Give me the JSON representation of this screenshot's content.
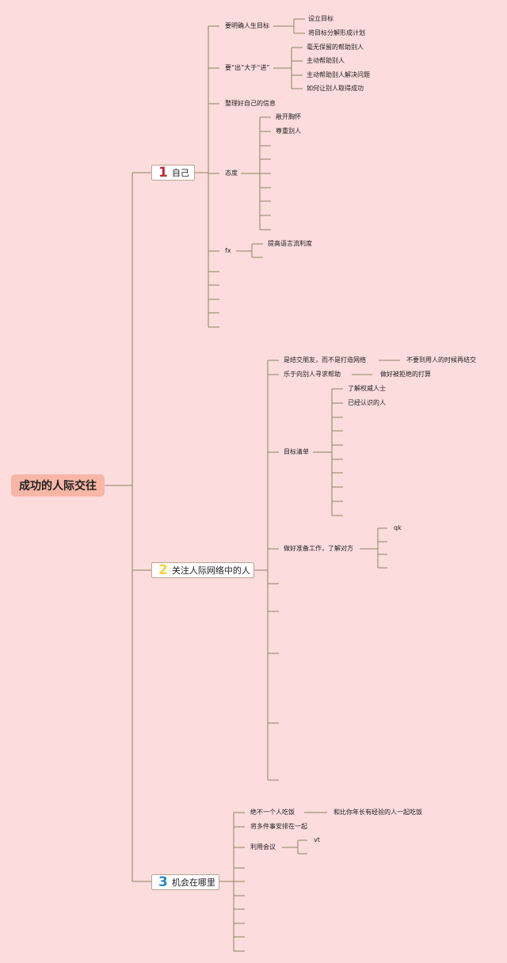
{
  "root": {
    "label": "成功的人际交往"
  },
  "colors": {
    "line": "#8a8466",
    "root_bg": "#f7b6a6",
    "num_1": "#c8283c",
    "num_2": "#f0d23c",
    "num_3": "#2a88c8"
  },
  "branches": [
    {
      "number": "1",
      "label": "自己",
      "children": [
        {
          "label": "要明确人生目标",
          "children": [
            "设立目标",
            "将目标分解形成计划"
          ]
        },
        {
          "label": "要“出”大于“进”",
          "children": [
            "毫无保留的帮助别人",
            "主动帮助别人",
            "主动帮助别人解决问题",
            "如何让别人取得成功"
          ]
        },
        {
          "label": "整理好自己的信息"
        },
        {
          "label": "态度",
          "children": [
            "敞开胸怀",
            "尊重别人"
          ]
        },
        {
          "label": "fx",
          "children": [
            "提高语言流利度"
          ]
        }
      ]
    },
    {
      "number": "2",
      "label": "关注人际网络中的人",
      "children": [
        {
          "label": "是结交朋友，而不是打造网络",
          "children": [
            "不要到用人的时候再结交"
          ]
        },
        {
          "label": "乐于向别人寻求帮助",
          "children": [
            "做好被拒绝的打算"
          ]
        },
        {
          "label": "目标清单",
          "children": [
            "了解权威人士",
            "已经认识的人"
          ]
        },
        {
          "label": "做好准备工作，了解对方",
          "children": [
            "qk"
          ]
        }
      ]
    },
    {
      "number": "3",
      "label": "机会在哪里",
      "children": [
        {
          "label": "绝不一个人吃饭",
          "children": [
            "和比你年长有经验的人一起吃饭"
          ]
        },
        {
          "label": "将多件事安排在一起"
        },
        {
          "label": "利用会议",
          "children": [
            "vt"
          ]
        }
      ]
    }
  ]
}
